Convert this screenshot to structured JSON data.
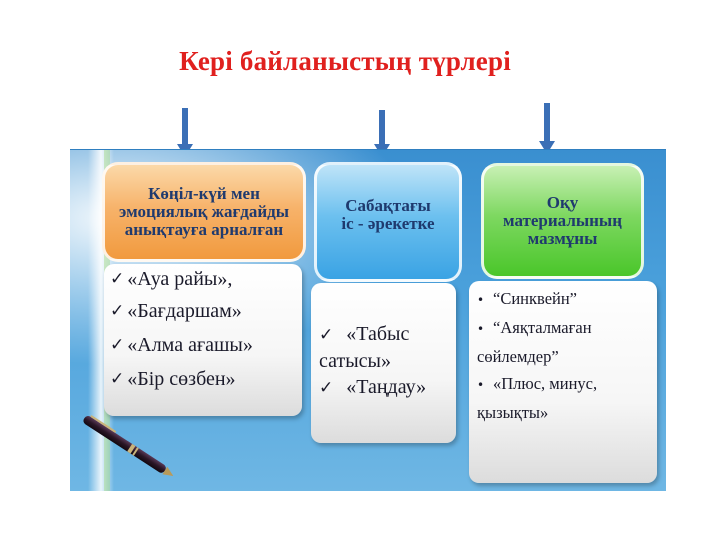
{
  "title": "Кері байланыстың түрлері",
  "colors": {
    "title": "#e0201e",
    "arrow": "#3b6fb6",
    "panel": "#4aa0db",
    "header_orange": "#f7b36b",
    "header_blue": "#6cc0ef",
    "header_green": "#7ed861",
    "header_text": "#1f3a6e"
  },
  "columns": [
    {
      "header": [
        "Көңіл-күй мен",
        "эмоциялық жағдайды",
        "анықтауға арналған"
      ],
      "items": [
        "«Ауа райы»,",
        "«Бағдаршам»",
        "«Алма ағашы»",
        "«Бір сөзбен»"
      ]
    },
    {
      "header": [
        "Сабақтағы",
        "іс - әрекетке"
      ],
      "lines": [
        "«Табыс",
        "сатысы»",
        "«Таңдау»"
      ]
    },
    {
      "header": [
        "Оқу",
        "материалының",
        "мазмұны"
      ],
      "lines": [
        "“Синквейн”",
        "“Аяқталмаған",
        "сөйлемдер”",
        "«Плюс, минус,",
        "қызықты»"
      ]
    }
  ],
  "icons": {
    "check": "✓",
    "bullet": "•",
    "arrow": "arrow-down-icon",
    "pen": "pen-icon"
  }
}
